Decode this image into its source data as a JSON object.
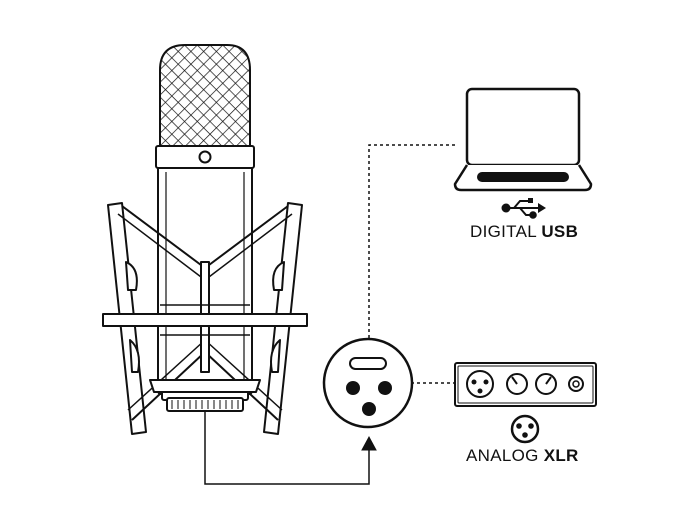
{
  "labels": {
    "usb_prefix": "DIGITAL ",
    "usb_bold": "USB",
    "xlr_prefix": "ANALOG ",
    "xlr_bold": "XLR"
  },
  "icons": {
    "usb": "usb-icon",
    "xlr": "xlr-connector-icon",
    "laptop": "laptop-icon",
    "interface": "audio-interface-icon",
    "microphone": "microphone-icon"
  },
  "colors": {
    "stroke": "#111111",
    "fill": "#ffffff"
  }
}
